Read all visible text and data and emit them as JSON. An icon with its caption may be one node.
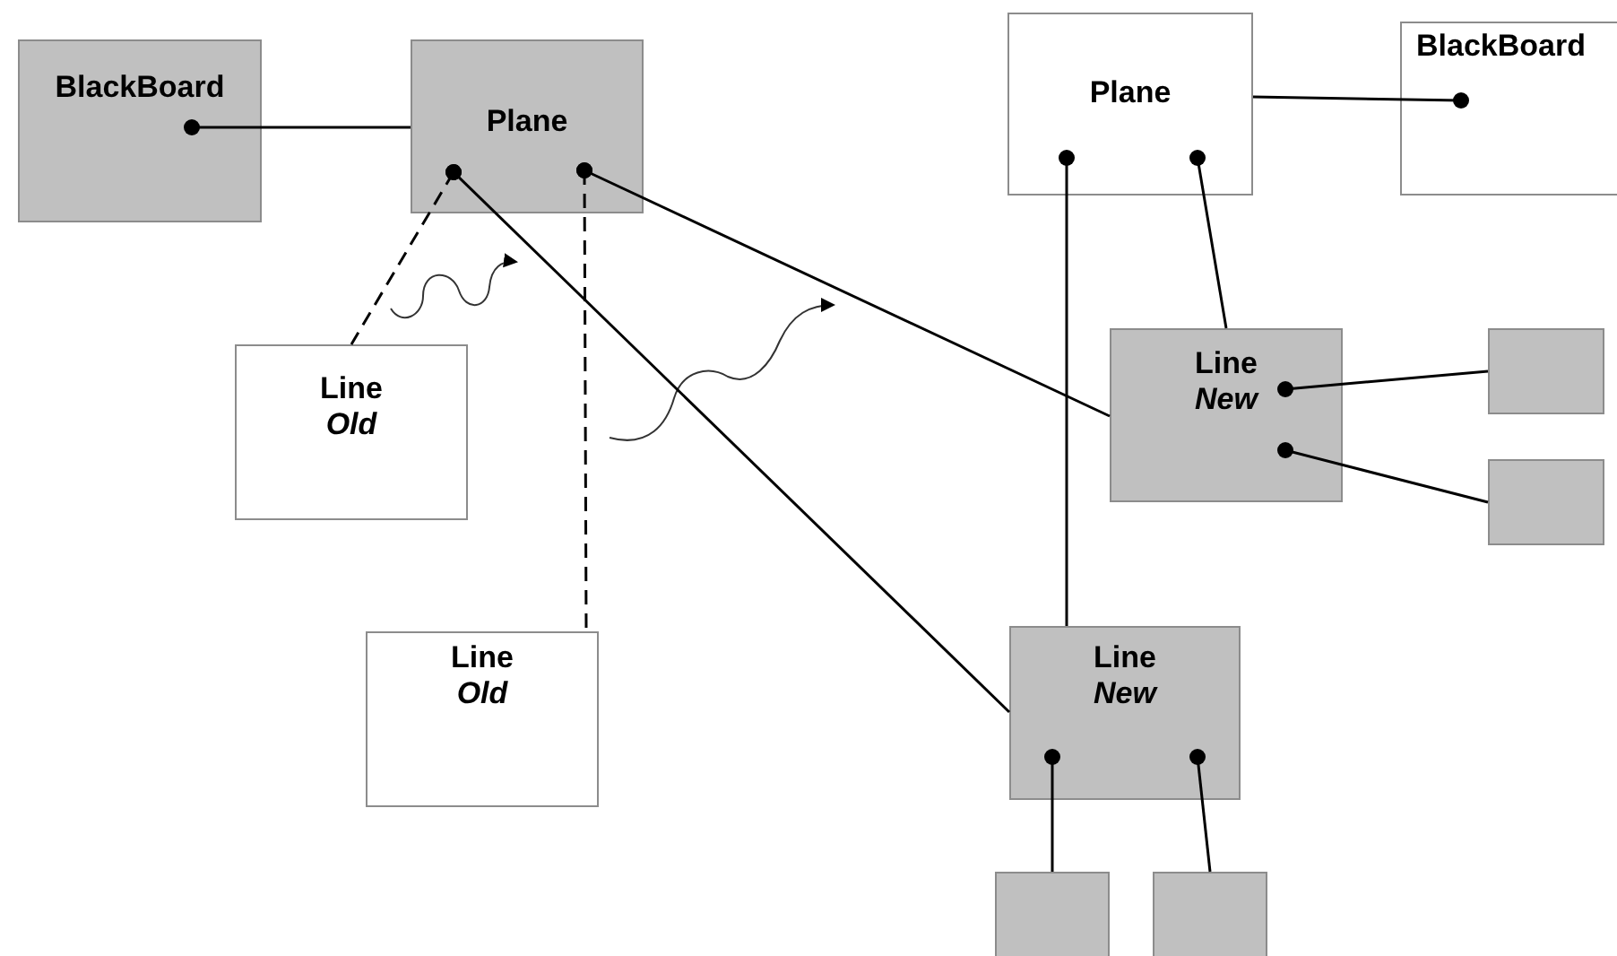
{
  "diagram": {
    "nodes": [
      {
        "text": [
          "BlackBoard"
        ]
      },
      {
        "text": [
          "Plane"
        ]
      },
      {
        "text": [
          "Line",
          "Old"
        ]
      },
      {
        "text": [
          "Line",
          "Old"
        ]
      },
      {
        "text": [
          "Plane"
        ]
      },
      {
        "text": [
          "BlackBoard"
        ]
      },
      {
        "text": [
          "Line",
          "New"
        ]
      },
      {
        "text": [],
        "shape": "box"
      },
      {
        "text": [],
        "shape": "box"
      },
      {
        "text": [
          "Line",
          "New"
        ]
      },
      {
        "text": [],
        "shape": "box"
      },
      {
        "text": [],
        "shape": "box"
      }
    ],
    "edges": [
      {
        "from": 0,
        "to": 1,
        "arrow": "other"
      },
      {
        "from": 1,
        "to": 2,
        "arrow": "other",
        "style": "dashed"
      },
      {
        "from": 1,
        "to": 3,
        "arrow": "other",
        "style": "dashed"
      },
      {
        "from": 1,
        "to": 9,
        "arrow": "other"
      },
      {
        "from": 1,
        "to": 6,
        "arrow": "other"
      },
      {
        "from": 4,
        "to": 9,
        "arrow": "other"
      },
      {
        "from": 4,
        "to": 6,
        "arrow": "other"
      },
      {
        "from": 5,
        "to": 4,
        "arrow": "other"
      },
      {
        "from": 6,
        "to": 7,
        "arrow": "other"
      },
      {
        "from": 6,
        "to": 8,
        "arrow": "other"
      },
      {
        "from": 9,
        "to": 10,
        "arrow": "other"
      },
      {
        "from": 9,
        "to": 11,
        "arrow": "other"
      }
    ]
  }
}
